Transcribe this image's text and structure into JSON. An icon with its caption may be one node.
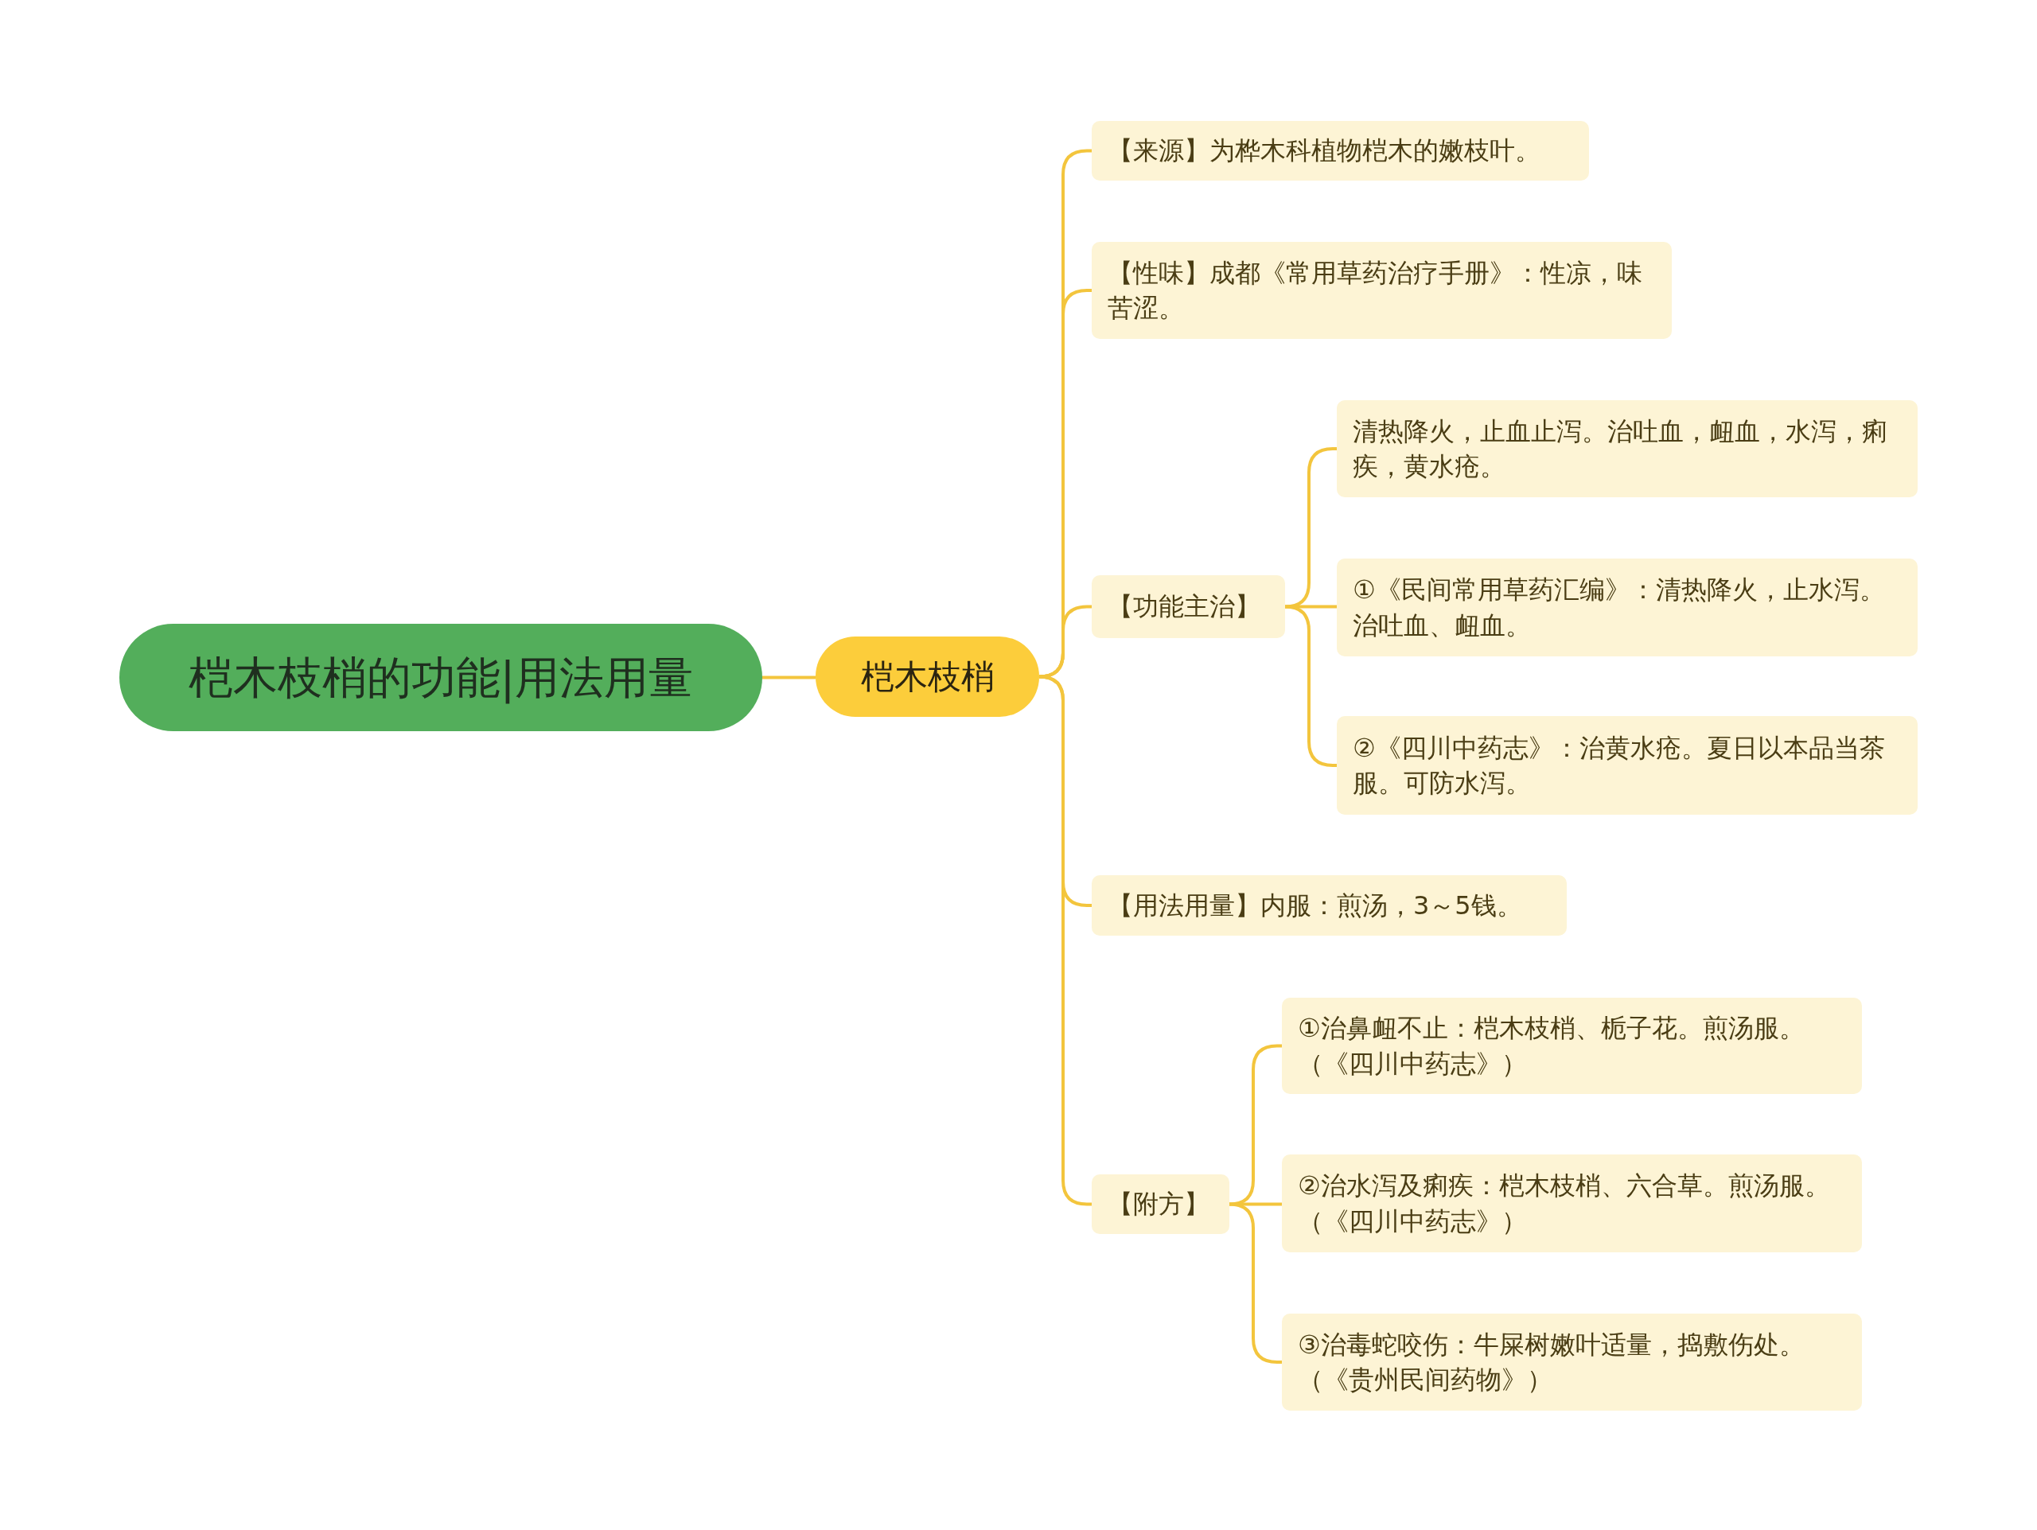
{
  "diagram": {
    "nodes": [
      {
        "text": [
          "桤木枝梢的功能|用法用量"
        ]
      },
      {
        "text": [
          "桤木枝梢"
        ]
      },
      {
        "text": [
          "【来源】为桦木科植物桤木的嫩枝叶。"
        ]
      },
      {
        "text": [
          "【性味】成都《常用草药治疗手册》：性凉，味苦涩。"
        ]
      },
      {
        "text": [
          "【功能主治】"
        ]
      },
      {
        "text": [
          "清热降火，止血止泻。治吐血，衄血，水泻，痢疾，黄水疮。"
        ]
      },
      {
        "text": [
          "①《民间常用草药汇编》：清热降火，止水泻。治吐血、衄血。"
        ]
      },
      {
        "text": [
          "②《四川中药志》：治黄水疮。夏日以本品当茶服。可防水泻。"
        ]
      },
      {
        "text": [
          "【用法用量】内服：煎汤，3～5钱。"
        ]
      },
      {
        "text": [
          "【附方】"
        ]
      },
      {
        "text": [
          "①治鼻衄不止：桤木枝梢、栀子花。煎汤服。（《四川中药志》）"
        ]
      },
      {
        "text": [
          "②治水泻及痢疾：桤木枝梢、六合草。煎汤服。（《四川中药志》）"
        ]
      },
      {
        "text": [
          "③治毒蛇咬伤：牛屎树嫩叶适量，捣敷伤处。（《贵州民间药物》）"
        ]
      }
    ],
    "edges": [
      {
        "from": 0,
        "to": 1,
        "arrow": "none"
      },
      {
        "from": 1,
        "to": 2,
        "arrow": "none"
      },
      {
        "from": 1,
        "to": 3,
        "arrow": "none"
      },
      {
        "from": 1,
        "to": 4,
        "arrow": "none"
      },
      {
        "from": 4,
        "to": 5,
        "arrow": "none"
      },
      {
        "from": 4,
        "to": 6,
        "arrow": "none"
      },
      {
        "from": 4,
        "to": 7,
        "arrow": "none"
      },
      {
        "from": 1,
        "to": 8,
        "arrow": "none"
      },
      {
        "from": 1,
        "to": 9,
        "arrow": "none"
      },
      {
        "from": 9,
        "to": 10,
        "arrow": "none"
      },
      {
        "from": 9,
        "to": 11,
        "arrow": "none"
      },
      {
        "from": 9,
        "to": 12,
        "arrow": "none"
      }
    ]
  }
}
